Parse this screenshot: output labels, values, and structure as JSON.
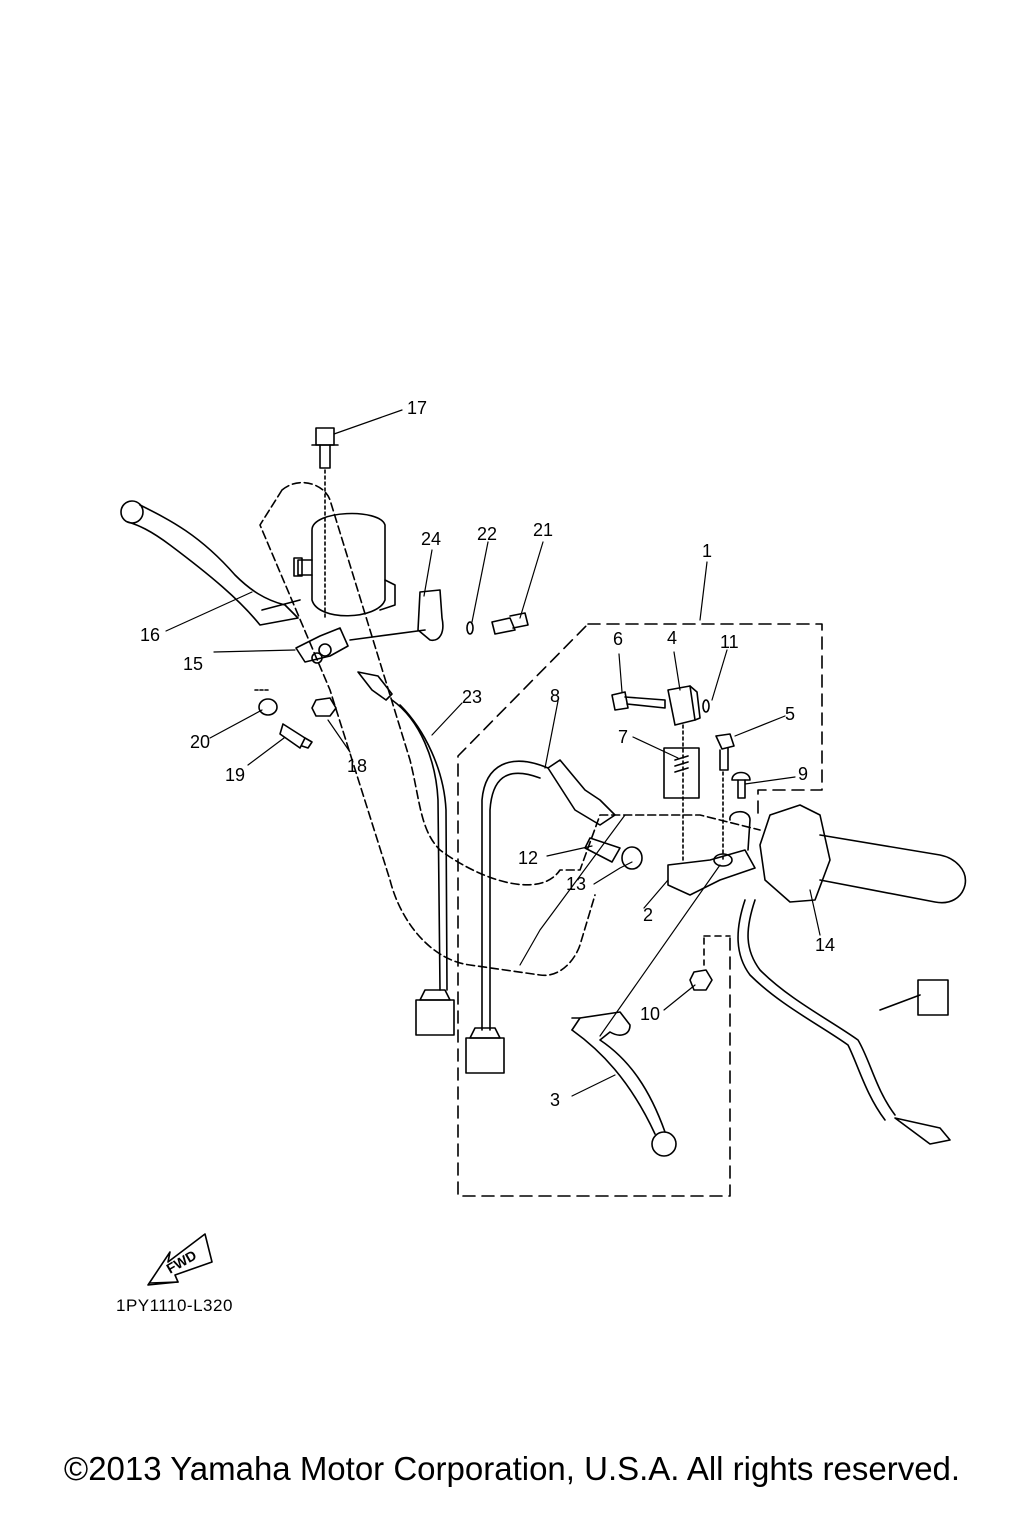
{
  "callouts": [
    {
      "id": "1",
      "label": "1"
    },
    {
      "id": "2",
      "label": "2"
    },
    {
      "id": "3",
      "label": "3"
    },
    {
      "id": "4",
      "label": "4"
    },
    {
      "id": "5",
      "label": "5"
    },
    {
      "id": "6",
      "label": "6"
    },
    {
      "id": "7",
      "label": "7"
    },
    {
      "id": "8",
      "label": "8"
    },
    {
      "id": "9",
      "label": "9"
    },
    {
      "id": "10",
      "label": "10"
    },
    {
      "id": "11",
      "label": "11"
    },
    {
      "id": "12",
      "label": "12"
    },
    {
      "id": "13",
      "label": "13"
    },
    {
      "id": "14",
      "label": "14"
    },
    {
      "id": "15",
      "label": "15"
    },
    {
      "id": "16",
      "label": "16"
    },
    {
      "id": "17",
      "label": "17"
    },
    {
      "id": "18",
      "label": "18"
    },
    {
      "id": "19",
      "label": "19"
    },
    {
      "id": "20",
      "label": "20"
    },
    {
      "id": "21",
      "label": "21"
    },
    {
      "id": "22",
      "label": "22"
    },
    {
      "id": "23",
      "label": "23"
    },
    {
      "id": "24",
      "label": "24"
    }
  ],
  "fwd_label": "FWD",
  "drawing_code": "1PY1110-L320",
  "copyright": "©2013 Yamaha Motor Corporation, U.S.A. All rights reserved."
}
